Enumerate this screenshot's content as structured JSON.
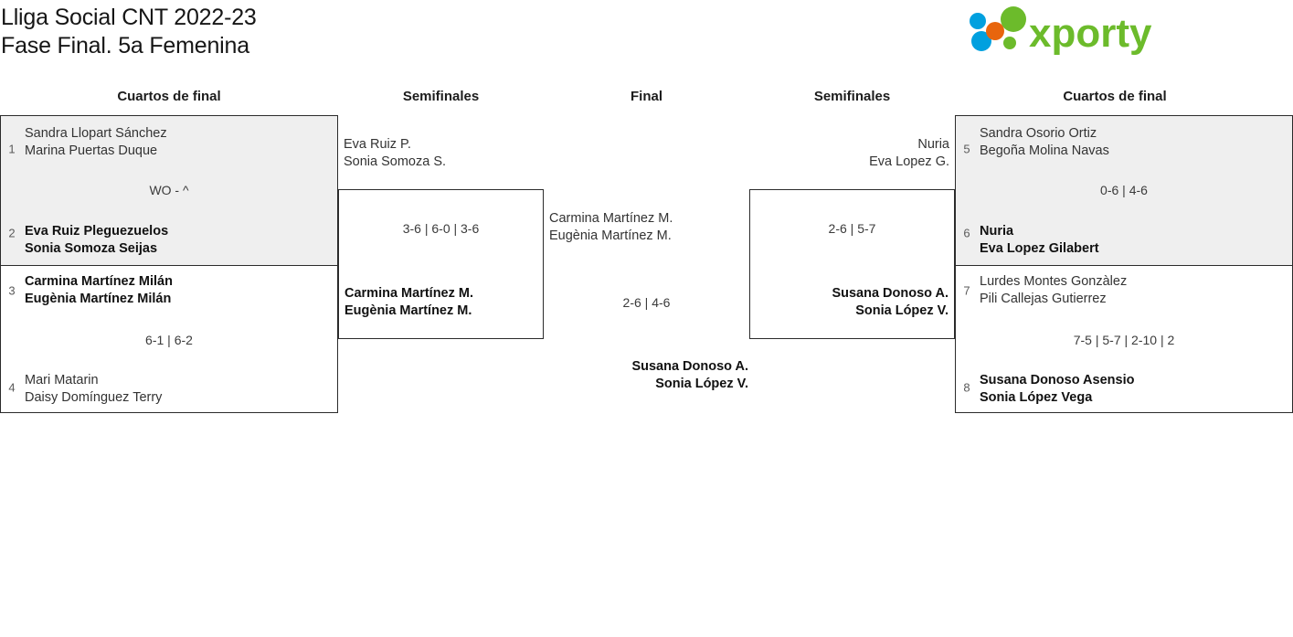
{
  "header": {
    "title_line1": "Lliga Social CNT 2022-23",
    "title_line2": "Fase Final. 5a Femenina",
    "logo_text": "xporty",
    "logo_colors": {
      "green": "#6cbb2b",
      "blue": "#00a0df",
      "orange": "#e8650d"
    }
  },
  "rounds": {
    "qf_left": "Cuartos de final",
    "sf_left": "Semifinales",
    "final": "Final",
    "sf_right": "Semifinales",
    "qf_right": "Cuartos de final"
  },
  "bracket": {
    "qf_left": [
      {
        "top": {
          "seed": "1",
          "p1": "Sandra Llopart Sánchez",
          "p2": "Marina Puertas Duque",
          "winner": false
        },
        "bottom": {
          "seed": "2",
          "p1": "Eva Ruiz Pleguezuelos",
          "p2": "Sonia Somoza Seijas",
          "winner": true
        },
        "score": "WO - ^",
        "shaded": true
      },
      {
        "top": {
          "seed": "3",
          "p1": "Carmina Martínez Milán",
          "p2": "Eugènia Martínez Milán",
          "winner": true
        },
        "bottom": {
          "seed": "4",
          "p1": "Mari Matarin",
          "p2": "Daisy Domínguez Terry",
          "winner": false
        },
        "score": "6-1 | 6-2",
        "shaded": false
      }
    ],
    "sf_left": {
      "top": {
        "p1": "Eva Ruiz P.",
        "p2": "Sonia Somoza S.",
        "winner": false
      },
      "bottom": {
        "p1": "Carmina Martínez M.",
        "p2": "Eugènia Martínez M.",
        "winner": true
      },
      "score": "3-6 | 6-0 | 3-6"
    },
    "final": {
      "top": {
        "p1": "Carmina Martínez M.",
        "p2": "Eugènia Martínez M.",
        "winner": false
      },
      "bottom": {
        "p1": "Susana Donoso A.",
        "p2": "Sonia López V.",
        "winner": true
      },
      "score": "2-6 | 4-6"
    },
    "sf_right": {
      "top": {
        "p1": "Nuria",
        "p2": "Eva Lopez G.",
        "winner": false
      },
      "bottom": {
        "p1": "Susana Donoso A.",
        "p2": "Sonia López V.",
        "winner": true
      },
      "score": "2-6 | 5-7"
    },
    "qf_right": [
      {
        "top": {
          "seed": "5",
          "p1": "Sandra Osorio Ortiz",
          "p2": "Begoña Molina Navas",
          "winner": false
        },
        "bottom": {
          "seed": "6",
          "p1": "Nuria",
          "p2": "Eva Lopez Gilabert",
          "winner": true
        },
        "score": "0-6 | 4-6",
        "shaded": true
      },
      {
        "top": {
          "seed": "7",
          "p1": "Lurdes Montes Gonzàlez",
          "p2": "Pili Callejas Gutierrez",
          "winner": false
        },
        "bottom": {
          "seed": "8",
          "p1": "Susana Donoso Asensio",
          "p2": "Sonia López Vega",
          "winner": true
        },
        "score": "7-5 | 5-7 | 2-10 | 2",
        "shaded": false
      }
    ]
  }
}
